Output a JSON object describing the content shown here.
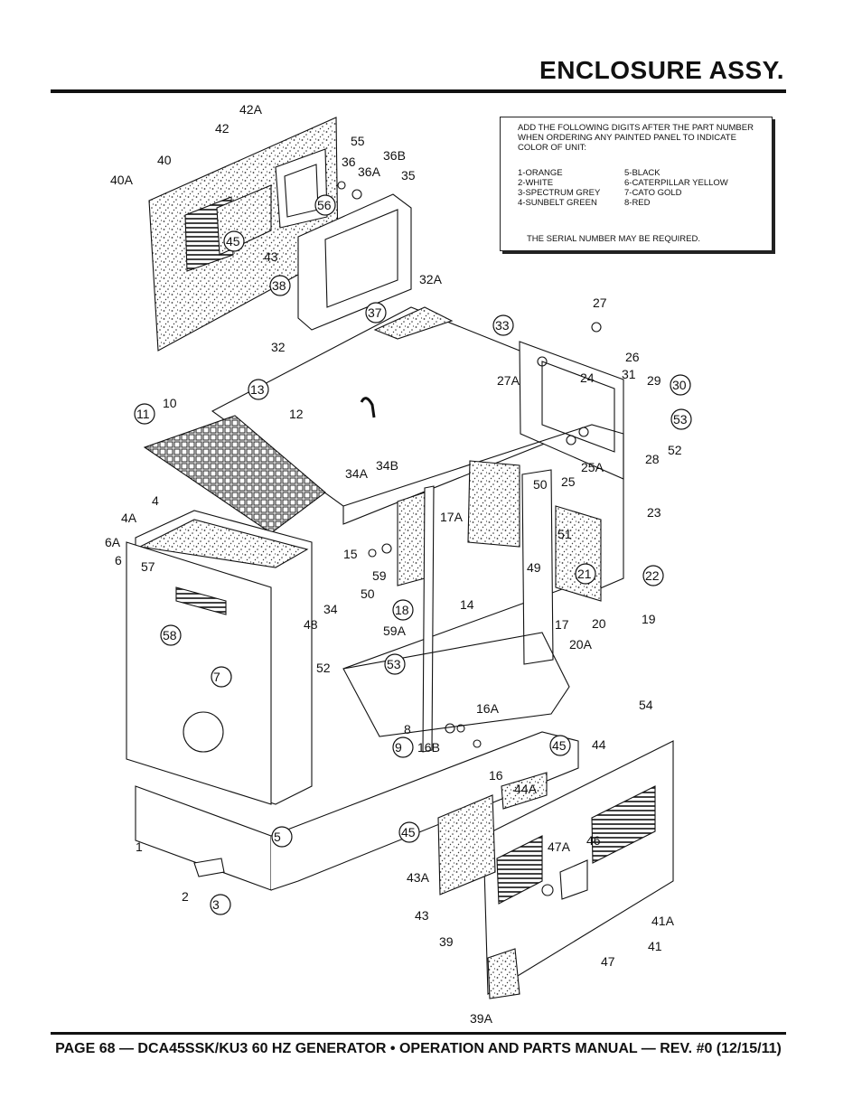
{
  "title": "ENCLOSURE ASSY.",
  "footer": "PAGE 68 — DCA45SSK/KU3 60 HZ GENERATOR • OPERATION AND PARTS MANUAL — REV. #0 (12/15/11)",
  "note": {
    "intro": "ADD THE FOLLOWING DIGITS AFTER THE PART NUMBER WHEN ORDERING ANY PAINTED PANEL TO INDICATE COLOR OF UNIT:",
    "colors_left": [
      "1-ORANGE",
      "2-WHITE",
      "3-SPECTRUM GREY",
      "4-SUNBELT GREEN"
    ],
    "colors_right": [
      "5-BLACK",
      "6-CATERPILLAR YELLOW",
      "7-CATO GOLD",
      "8-RED"
    ],
    "serial": "THE SERIAL NUMBER MAY BE REQUIRED."
  },
  "callouts": [
    "42A",
    "42",
    "40",
    "40A",
    "55",
    "36",
    "36B",
    "36A",
    "35",
    "56",
    "45",
    "43",
    "38",
    "37",
    "32A",
    "32",
    "33",
    "27",
    "27A",
    "26",
    "24",
    "31",
    "29",
    "30",
    "53",
    "52",
    "28",
    "25",
    "25A",
    "23",
    "13",
    "12",
    "11",
    "10",
    "4",
    "4A",
    "6A",
    "6",
    "57",
    "58",
    "7",
    "34A",
    "34B",
    "17A",
    "15",
    "34",
    "59",
    "50",
    "18",
    "48",
    "59A",
    "52",
    "53",
    "14",
    "8",
    "9",
    "16B",
    "16A",
    "16",
    "5",
    "1",
    "2",
    "3",
    "50",
    "49",
    "51",
    "21",
    "22",
    "20",
    "20A",
    "19",
    "17",
    "54",
    "45",
    "44",
    "44A",
    "45",
    "43A",
    "43",
    "39",
    "39A",
    "47A",
    "46",
    "47",
    "41A",
    "41"
  ]
}
